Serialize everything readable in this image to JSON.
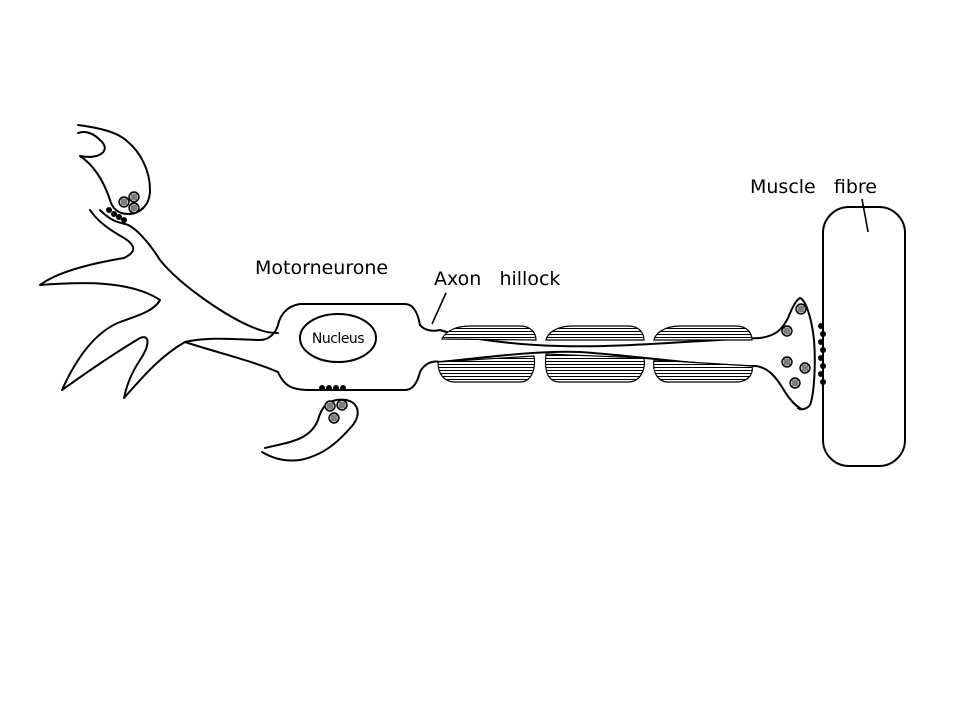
{
  "labels": {
    "motor_neurone": "Motorneurone",
    "nucleus": "Nucleus",
    "axon_hillock": "Axon   hillock",
    "muscle_fibre": "Muscle   fibre"
  },
  "colors": {
    "line": "#000000",
    "background": "#ffffff"
  }
}
